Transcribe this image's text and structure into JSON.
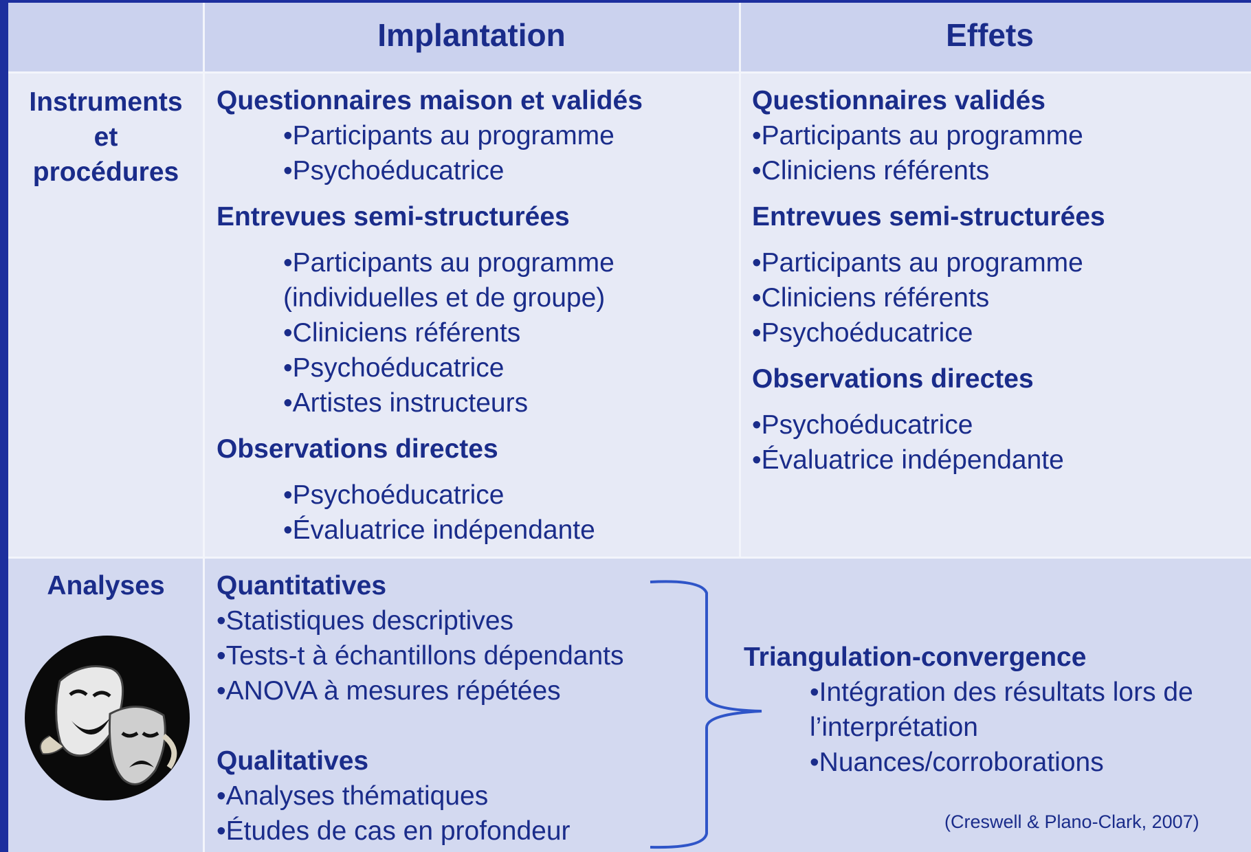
{
  "header": {
    "implantation": "Implantation",
    "effets": "Effets"
  },
  "rows": {
    "instruments_label": "Instruments et procédures",
    "analyses_label": "Analyses"
  },
  "implantation": {
    "q_title": "Questionnaires maison et validés",
    "q_items": [
      "•Participants au programme",
      "•Psychoéducatrice"
    ],
    "e_title": "Entrevues semi-structurées",
    "e_items": [
      "•Participants au programme",
      "(individuelles et de groupe)",
      "•Cliniciens référents",
      "•Psychoéducatrice",
      "•Artistes instructeurs"
    ],
    "o_title": "Observations directes",
    "o_items": [
      "•Psychoéducatrice",
      "•Évaluatrice indépendante"
    ]
  },
  "effets": {
    "q_title": "Questionnaires validés",
    "q_items": [
      "•Participants au programme",
      "•Cliniciens référents"
    ],
    "e_title": "Entrevues semi-structurées",
    "e_items": [
      "•Participants au programme",
      "•Cliniciens référents",
      "•Psychoéducatrice"
    ],
    "o_title": "Observations directes",
    "o_items": [
      "•Psychoéducatrice",
      "•Évaluatrice indépendante"
    ]
  },
  "analyses": {
    "quant_title": "Quantitatives",
    "quant_items": [
      "•Statistiques descriptives",
      "•Tests-t à échantillons dépendants",
      "•ANOVA à mesures répétées"
    ],
    "qual_title": "Qualitatives",
    "qual_items": [
      "•Analyses thématiques",
      "•Études de cas en profondeur"
    ],
    "tri_title": "Triangulation-convergence",
    "tri_items": [
      "•Intégration des résultats lors de",
      "l’interprétation",
      "•Nuances/corroborations"
    ],
    "citation": "(Creswell & Plano-Clark, 2007)"
  },
  "colors": {
    "frame": "#1d2f9e",
    "text": "#1a2c8a",
    "header_bg": "#cbd2ee",
    "body_bg": "#e7eaf6",
    "analyses_bg": "#d3d9f0",
    "bracket": "#2f55c8"
  },
  "icons": {
    "theatre": "theatre-masks-icon"
  }
}
